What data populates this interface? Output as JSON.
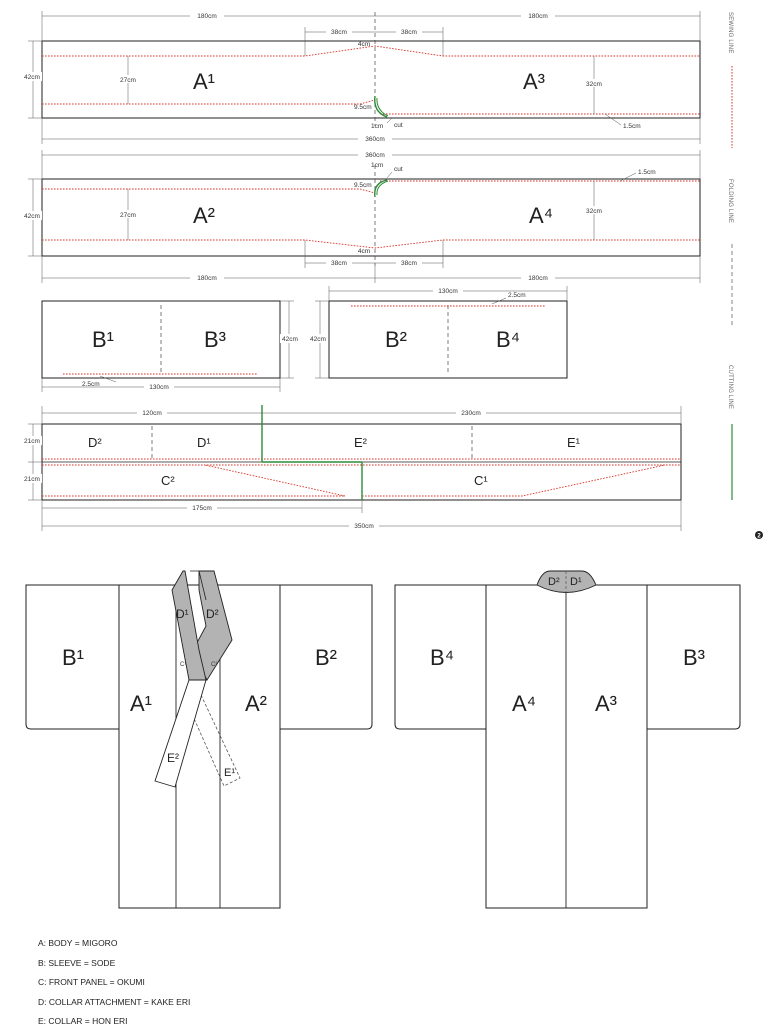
{
  "colors": {
    "sewing": "#d9362b",
    "cutting": "#2e8b3a",
    "outline": "#222222",
    "collar_fill": "#b3b3b3"
  },
  "side_labels": {
    "sewing": "SEWING LINE",
    "folding": "FOLDING LINE",
    "cutting": "CUTTING LINE"
  },
  "page_marker": "2",
  "strip_a13": {
    "left_label": "A¹",
    "right_label": "A³",
    "dim_left_width": "180cm",
    "dim_right_width": "180cm",
    "dim_taper_left": "38cm",
    "dim_taper_right": "38cm",
    "dim_height": "42cm",
    "dim_inner_left": "27cm",
    "dim_inner_right": "32cm",
    "dim_center_top": "4cm",
    "dim_center_side": "9.5cm",
    "dim_cut_gap": "1cm",
    "cut_note": "cut",
    "dim_hem": "1.5cm",
    "dim_total": "360cm"
  },
  "strip_a24": {
    "left_label": "A²",
    "right_label": "A⁴",
    "dim_total": "360cm",
    "dim_cut_gap": "1cm",
    "cut_note": "cut",
    "dim_center_side": "9.5cm",
    "dim_hem": "1.5cm",
    "dim_height": "42cm",
    "dim_inner_left": "27cm",
    "dim_inner_right": "32cm",
    "dim_center_bottom": "4cm",
    "dim_taper_left": "38cm",
    "dim_taper_right": "38cm",
    "dim_left_width": "180cm",
    "dim_right_width": "180cm"
  },
  "panel_b13": {
    "left_label": "B¹",
    "right_label": "B³",
    "dim_height": "42cm",
    "dim_hem": "2.5cm",
    "dim_width": "130cm"
  },
  "panel_b24": {
    "left_label": "B²",
    "right_label": "B⁴",
    "dim_height": "42cm",
    "dim_width": "130cm",
    "dim_hem": "2.5cm"
  },
  "strip_cde": {
    "d2": "D²",
    "d1": "D¹",
    "e2": "E²",
    "e1": "E¹",
    "c2": "C²",
    "c1": "C¹",
    "dim_left": "120cm",
    "dim_right": "230cm",
    "dim_upper_height": "21cm",
    "dim_lower_height": "21cm",
    "dim_c_width": "175cm",
    "dim_total": "350cm"
  },
  "kimono_front": {
    "b_left": "B¹",
    "b_right": "B²",
    "a_left": "A¹",
    "a_right": "A²",
    "d_left": "D¹",
    "d_right": "D²",
    "c_left": "C¹",
    "c_right": "C²",
    "e_left": "E²",
    "e_right": "E¹"
  },
  "kimono_back": {
    "b_left": "B⁴",
    "b_right": "B³",
    "a_left": "A⁴",
    "a_right": "A³",
    "d_left": "D²",
    "d_right": "D¹"
  },
  "legend": [
    "A:  BODY = MIGORO",
    "B:  SLEEVE = SODE",
    "C:  FRONT PANEL = OKUMI",
    "D:  COLLAR ATTACHMENT = KAKE ERI",
    "E:  COLLAR = HON ERI"
  ]
}
